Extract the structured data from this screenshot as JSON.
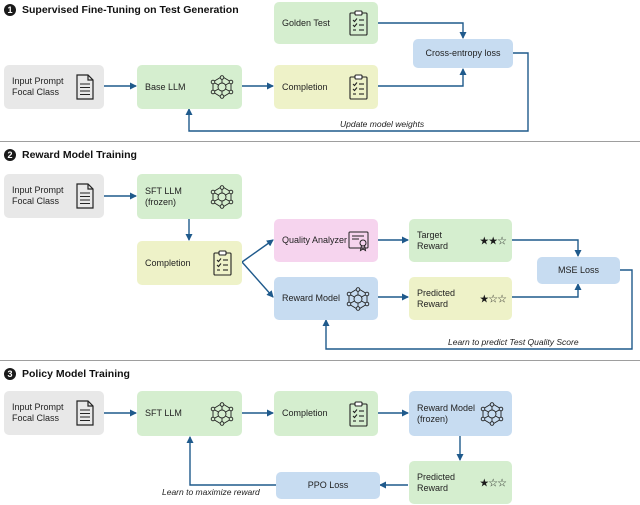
{
  "sections": [
    {
      "number": "1",
      "title": "Supervised Fine-Tuning on Test Generation"
    },
    {
      "number": "2",
      "title": "Reward Model Training"
    },
    {
      "number": "3",
      "title": "Policy Model Training"
    }
  ],
  "s1": {
    "input": "Input Prompt\nFocal Class",
    "base_llm": "Base LLM",
    "completion": "Completion",
    "golden": "Golden Test",
    "loss": "Cross-entropy loss",
    "note": "Update model weights"
  },
  "s2": {
    "input": "Input Prompt\nFocal Class",
    "sft": "SFT LLM\n(frozen)",
    "completion": "Completion",
    "analyzer": "Quality Analyzer",
    "reward_model": "Reward Model",
    "target": "Target\nReward",
    "target_stars": "★★☆",
    "predicted": "Predicted\nReward",
    "predicted_stars": "★☆☆",
    "loss": "MSE Loss",
    "note": "Learn to predict Test Quality Score"
  },
  "s3": {
    "input": "Input Prompt\nFocal Class",
    "sft": "SFT LLM",
    "completion": "Completion",
    "reward_model": "Reward Model\n(frozen)",
    "predicted": "Predicted\nReward",
    "predicted_stars": "★☆☆",
    "loss": "PPO Loss",
    "note": "Learn to maximize reward"
  },
  "colors": {
    "arrow": "#1f5a8c",
    "gray": "#e8e8e8",
    "green": "#d5eecf",
    "yellow": "#eef2c8",
    "blue": "#c7dcf1",
    "pink": "#f6d4ee"
  },
  "icons": [
    "document-icon",
    "neural-network-icon",
    "checklist-icon",
    "certificate-icon"
  ]
}
